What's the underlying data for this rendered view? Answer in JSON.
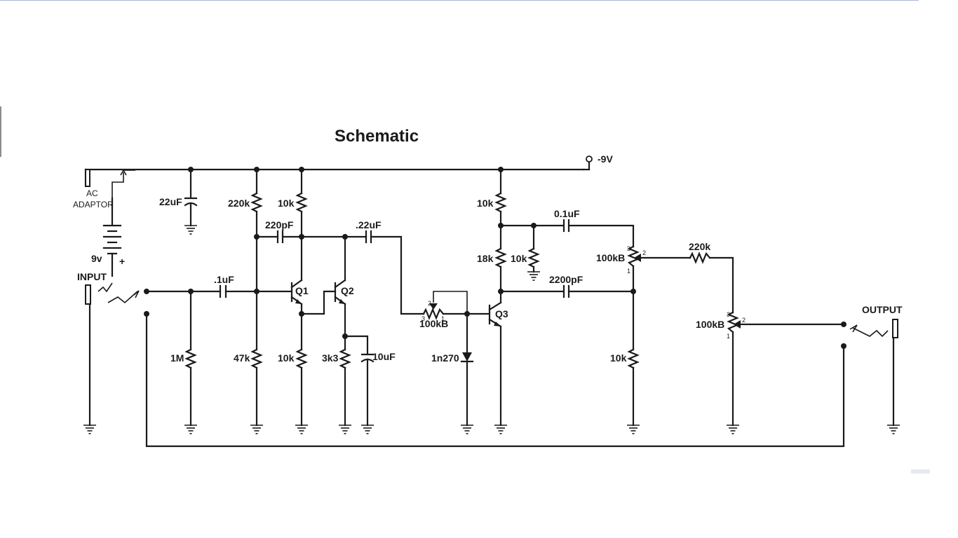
{
  "title": "Schematic",
  "supply": "-9V",
  "labels": {
    "ac_adaptor_1": "AC",
    "ac_adaptor_2": "ADAPTOR",
    "battery": "9v",
    "plus": "+",
    "input": "INPUT",
    "output": "OUTPUT",
    "c22u": "22uF",
    "r220k_a": "220k",
    "r10k_q1c": "10k",
    "c220p": "220pF",
    "c22u_b": ".22uF",
    "c1u": ".1uF",
    "q1": "Q1",
    "q2": "Q2",
    "q3": "Q3",
    "r1m": "1M",
    "r47k": "47k",
    "r10k_q1e": "10k",
    "r3k3": "3k3",
    "c10u": "10uF",
    "pot100k_a": "100kB",
    "diode": "1n270",
    "r10k_q3c": "10k",
    "r18k": "18k",
    "r10k_mid": "10k",
    "c01u": "0.1uF",
    "c2200p": "2200pF",
    "pot100k_b": "100kB",
    "r220k_b": "220k",
    "pot100k_c": "100kB",
    "r10k_out": "10k"
  },
  "pins": {
    "one": "1",
    "two": "2",
    "three": "3"
  }
}
